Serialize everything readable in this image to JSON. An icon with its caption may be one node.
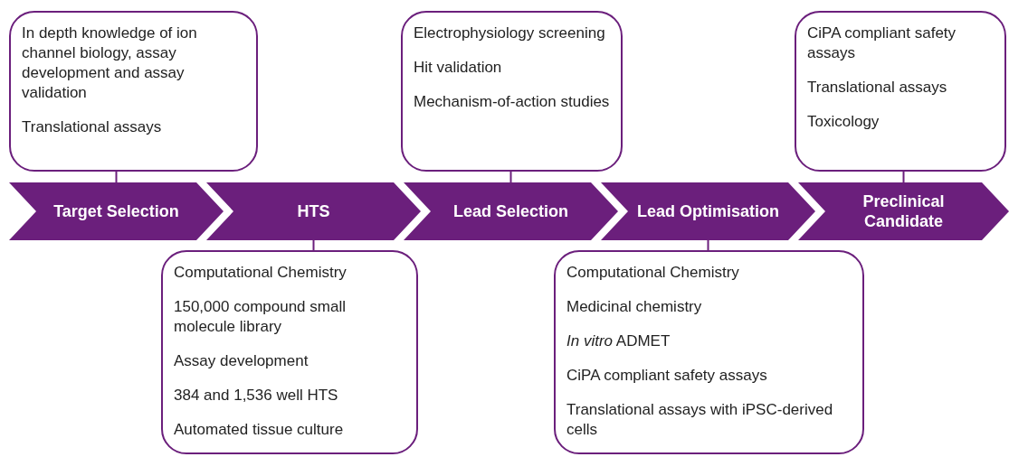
{
  "diagram": {
    "nodes": [
      {
        "text": [
          "In depth knowledge of ion channel biology, assay development and assay validation",
          "Translational assays"
        ]
      },
      {
        "text": [
          "Electrophysiology screening",
          "Hit validation",
          "Mechanism-of-action studies"
        ]
      },
      {
        "text": [
          "CiPA compliant safety assays",
          "Translational assays",
          "Toxicology"
        ]
      },
      {
        "text": [
          "Target Selection"
        ]
      },
      {
        "text": [
          "HTS"
        ]
      },
      {
        "text": [
          "Lead Selection"
        ]
      },
      {
        "text": [
          "Lead Optimisation"
        ]
      },
      {
        "text": [
          "Preclinical Candidate"
        ]
      },
      {
        "text": [
          "Computational Chemistry",
          "150,000 compound small molecule library",
          "Assay development",
          "384 and 1,536 well HTS",
          "Automated tissue culture"
        ]
      },
      {
        "text": [
          "Computational Chemistry",
          "Medicinal chemistry",
          "*In vitro* ADMET",
          "CiPA compliant safety assays",
          "Translational assays with iPSC-derived cells"
        ]
      }
    ],
    "edges": [
      {
        "from": 0,
        "to": 3,
        "arrow": "none"
      },
      {
        "from": 1,
        "to": 5,
        "arrow": "none"
      },
      {
        "from": 2,
        "to": 7,
        "arrow": "none"
      },
      {
        "from": 8,
        "to": 4,
        "arrow": "none"
      },
      {
        "from": 9,
        "to": 6,
        "arrow": "none"
      }
    ]
  }
}
